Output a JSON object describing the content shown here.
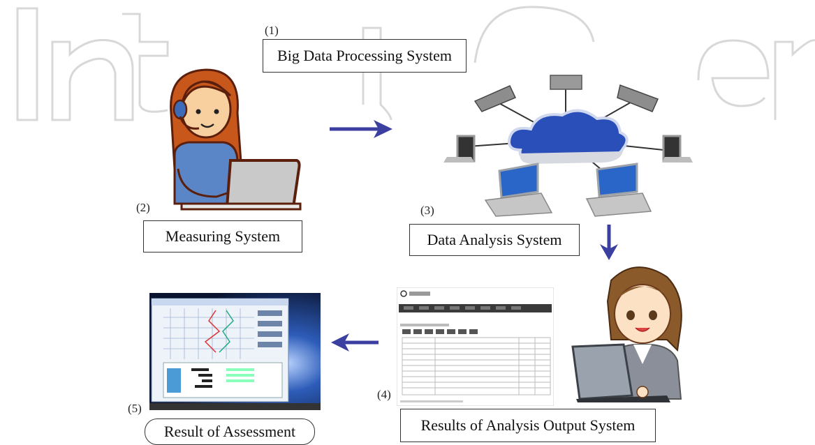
{
  "nodes": [
    {
      "number": "(1)",
      "label": "Big Data Processing System"
    },
    {
      "number": "(2)",
      "label": "Measuring System"
    },
    {
      "number": "(3)",
      "label": "Data Analysis System"
    },
    {
      "number": "(4)",
      "label": "Results of Analysis Output System"
    },
    {
      "number": "(5)",
      "label": "Result of Assessment"
    }
  ],
  "icons": {
    "operator": "woman-with-headset-at-laptop-icon",
    "network": "cloud-network-laptops-icon",
    "report": "analysis-report-screen-icon",
    "analyst": "businesswoman-at-laptop-icon",
    "assessment": "assessment-chart-screen-icon"
  },
  "colors": {
    "arrow": "#3a3fa0",
    "cloud": "#2b4fb8",
    "hair": "#c8571c",
    "skin": "#f8cf9e",
    "shirt": "#5a86c8"
  }
}
